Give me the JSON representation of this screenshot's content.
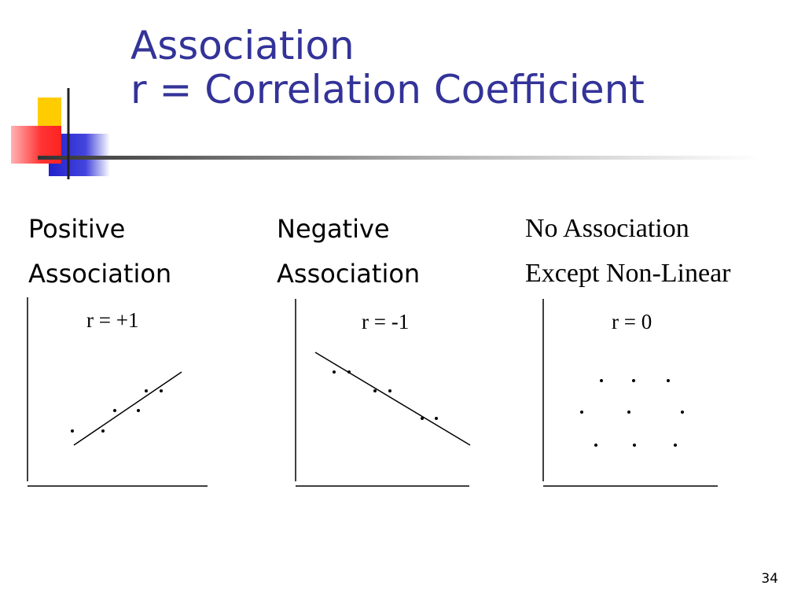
{
  "slide": {
    "title_line1": "Association",
    "title_line2": "r = Correlation Coefficient",
    "page_number": "34",
    "accent_colors": {
      "title": "#333399",
      "yellow": "#ffcc00",
      "red": "#ff3333",
      "blue": "#3333cc"
    }
  },
  "columns": [
    {
      "label_line1": "Positive",
      "label_line2": "Association",
      "r_label": "r = +1"
    },
    {
      "label_line1": "Negative",
      "label_line2": "Association",
      "r_label": "r = -1"
    },
    {
      "label_line1": "No Association",
      "label_line2": "Except Non-Linear",
      "r_label": "r = 0"
    }
  ]
}
